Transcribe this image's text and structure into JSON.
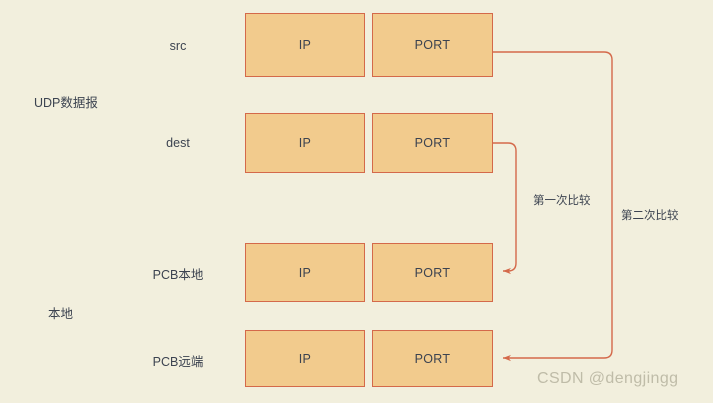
{
  "diagram": {
    "background_color": "#f2efdd",
    "box_fill": "#f2cb8d",
    "box_border": "#d4694a",
    "arrow_color": "#d4694a",
    "text_color": "#3c4350",
    "groups": [
      {
        "label": "UDP数据报"
      },
      {
        "label": "本地"
      }
    ],
    "rows": [
      {
        "label": "src",
        "ip": "IP",
        "port": "PORT"
      },
      {
        "label": "dest",
        "ip": "IP",
        "port": "PORT"
      },
      {
        "label": "PCB本地",
        "ip": "IP",
        "port": "PORT"
      },
      {
        "label": "PCB远端",
        "ip": "IP",
        "port": "PORT"
      }
    ],
    "edge_labels": [
      {
        "text": "第一次比较"
      },
      {
        "text": "第二次比较"
      }
    ],
    "watermark": "CSDN @dengjingg"
  }
}
